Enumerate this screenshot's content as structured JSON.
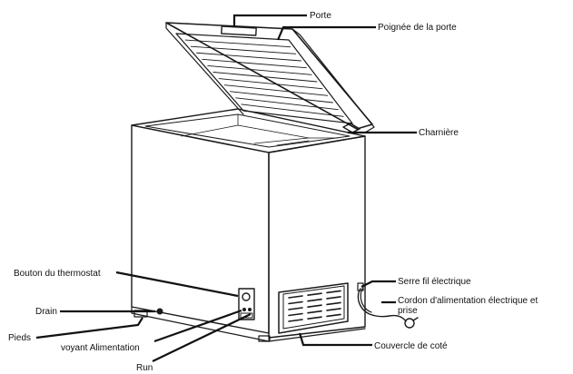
{
  "labels": {
    "porte": "Porte",
    "poignee": "Poignée de la porte",
    "charniere": "Charnière",
    "thermostat": "Bouton du thermostat",
    "drain": "Drain",
    "pieds": "Pieds",
    "voyant": "voyant Alimentation",
    "run": "Run",
    "serre_fil": "Serre fil électrique",
    "cordon_1": "Cordon d'alimentation électrique et",
    "cordon_2": "prise",
    "couvercle": "Couvercle de coté"
  },
  "colors": {
    "line": "#1a1a1a",
    "background": "#ffffff"
  }
}
